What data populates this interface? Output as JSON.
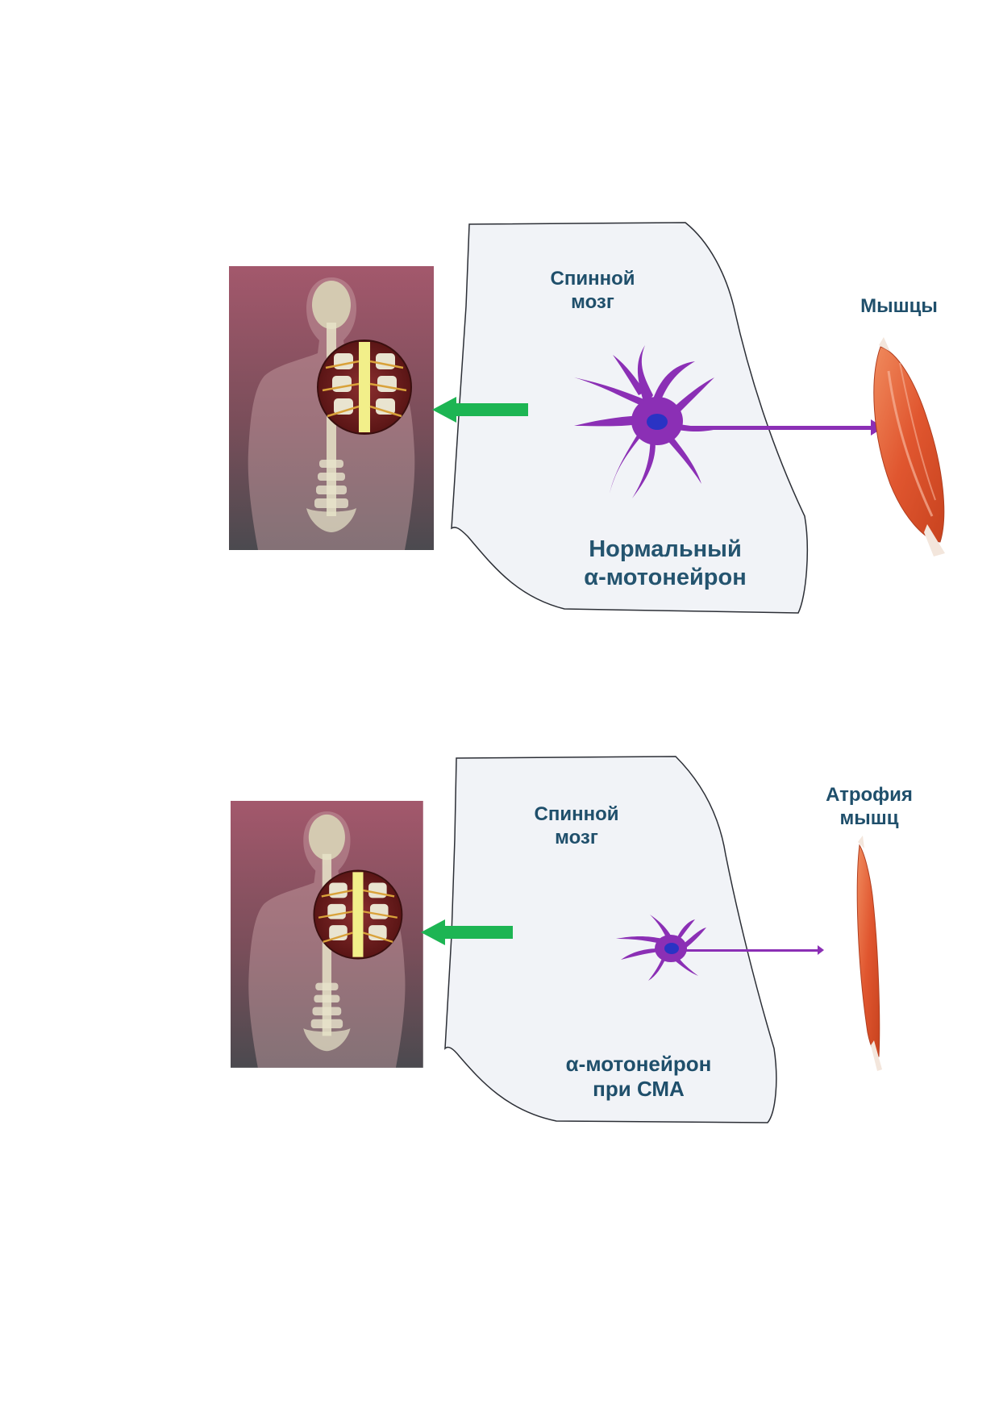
{
  "colors": {
    "cord_panel": "#f1f3f7",
    "cord_outline": "#2c2f36",
    "label_text": "#1f4f6b",
    "arrow": "#1db553",
    "neuron": "#8b2fb5",
    "neuron_nucleus": "#2a33c4",
    "muscle": "#e8633a",
    "body_bg_top": "#a3586c",
    "body_bg_bottom": "#4d4a50"
  },
  "normal": {
    "cord_label": "Спинной\nмозг",
    "muscle_label": "Мышцы",
    "neuron_label": "Нормальный\nα-мотонейрон",
    "icons": {
      "body": "human-spine-illustration-icon",
      "arrow": "green-arrow-left-icon",
      "neuron": "motor-neuron-icon",
      "muscle": "muscle-icon"
    }
  },
  "sma": {
    "cord_label": "Спинной\nмозг",
    "muscle_label": "Атрофия\nмышц",
    "neuron_label": "α-мотонейрон\nпри СМА",
    "icons": {
      "body": "human-spine-illustration-icon",
      "arrow": "green-arrow-left-icon",
      "neuron": "atrophied-motor-neuron-icon",
      "muscle": "atrophied-muscle-icon"
    }
  }
}
